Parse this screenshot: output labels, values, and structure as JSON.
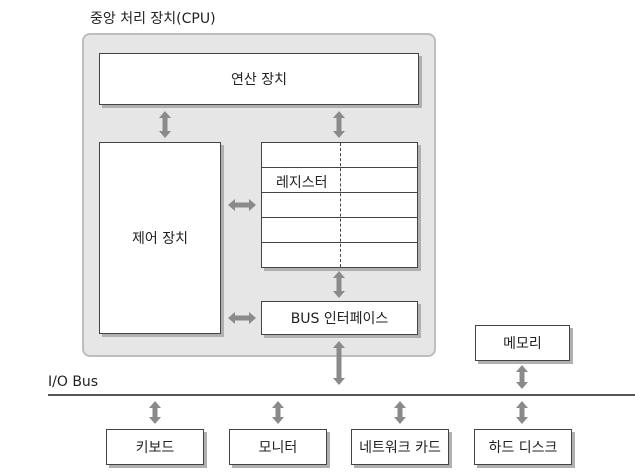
{
  "cpu": {
    "title": "중앙 처리 장치(CPU)"
  },
  "alu": {
    "label": "연산 장치"
  },
  "control_unit": {
    "label": "제어 장치"
  },
  "registers": {
    "label": "레지스터"
  },
  "bus_interface": {
    "label": "BUS 인터페이스"
  },
  "memory": {
    "label": "메모리"
  },
  "io_bus": {
    "label": "I/O Bus"
  },
  "devices": [
    {
      "label": "키보드"
    },
    {
      "label": "모니터"
    },
    {
      "label": "네트워크 카드"
    },
    {
      "label": "하드 디스크"
    }
  ],
  "colors": {
    "panel": "#e6e6e6",
    "arrow": "#8a8a8a",
    "border": "#444444"
  }
}
